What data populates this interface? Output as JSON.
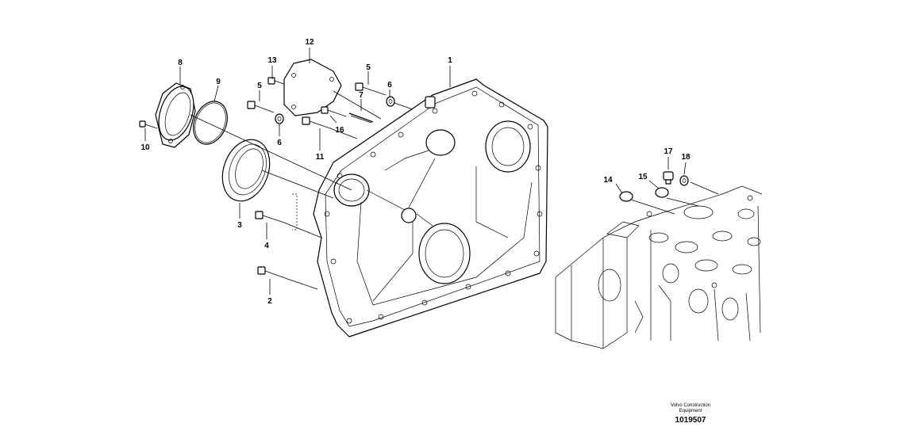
{
  "callouts": {
    "p1": "1",
    "p2": "2",
    "p3": "3",
    "p4": "4",
    "p5a": "5",
    "p5b": "5",
    "p6a": "6",
    "p6b": "6",
    "p7": "7",
    "p8": "8",
    "p9": "9",
    "p10": "10",
    "p11": "11",
    "p12": "12",
    "p13": "13",
    "p14": "14",
    "p15": "15",
    "p16": "16",
    "p17": "17",
    "p18": "18"
  },
  "footer": {
    "brand_line1": "Volvo Construction",
    "brand_line2": "Equipment",
    "document_number": "1019507"
  }
}
